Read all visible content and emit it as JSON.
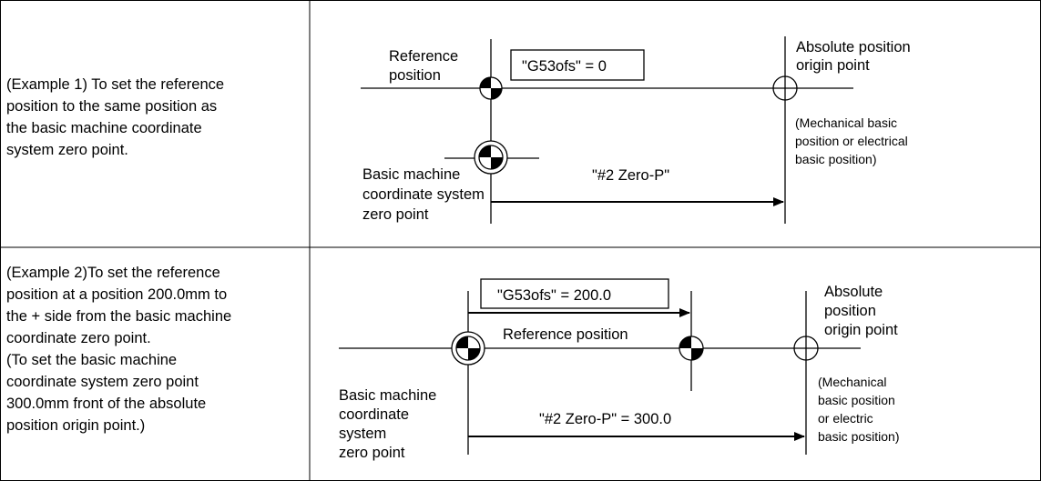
{
  "example1": {
    "description": [
      "(Example 1) To set the reference",
      "position to the same position as",
      "the basic machine coordinate",
      "system zero point."
    ],
    "reference_label": [
      "Reference",
      "position"
    ],
    "g53ofs_box": "\"G53ofs\" = 0",
    "absolute_label": [
      "Absolute position",
      "origin point"
    ],
    "absolute_note": [
      "(Mechanical basic",
      "position or electrical",
      "basic position)"
    ],
    "basic_label": [
      "Basic machine",
      "coordinate system",
      "zero point"
    ],
    "zero_p_label": "\"#2 Zero-P\""
  },
  "example2": {
    "description": [
      "(Example 2)To set the reference",
      "position at a position 200.0mm to",
      "the + side from the basic machine",
      "coordinate zero point.",
      "(To set the basic machine",
      "coordinate system zero point",
      "300.0mm front of the absolute",
      "position origin point.)"
    ],
    "g53ofs_box": "\"G53ofs\" = 200.0",
    "reference_label": "Reference position",
    "absolute_label": [
      "Absolute",
      "position",
      "origin point"
    ],
    "absolute_note": [
      "(Mechanical",
      "basic position",
      "or electric",
      "basic position)"
    ],
    "basic_label": [
      "Basic machine",
      "coordinate",
      "system",
      "zero point"
    ],
    "zero_p_label": "\"#2 Zero-P\" = 300.0"
  }
}
